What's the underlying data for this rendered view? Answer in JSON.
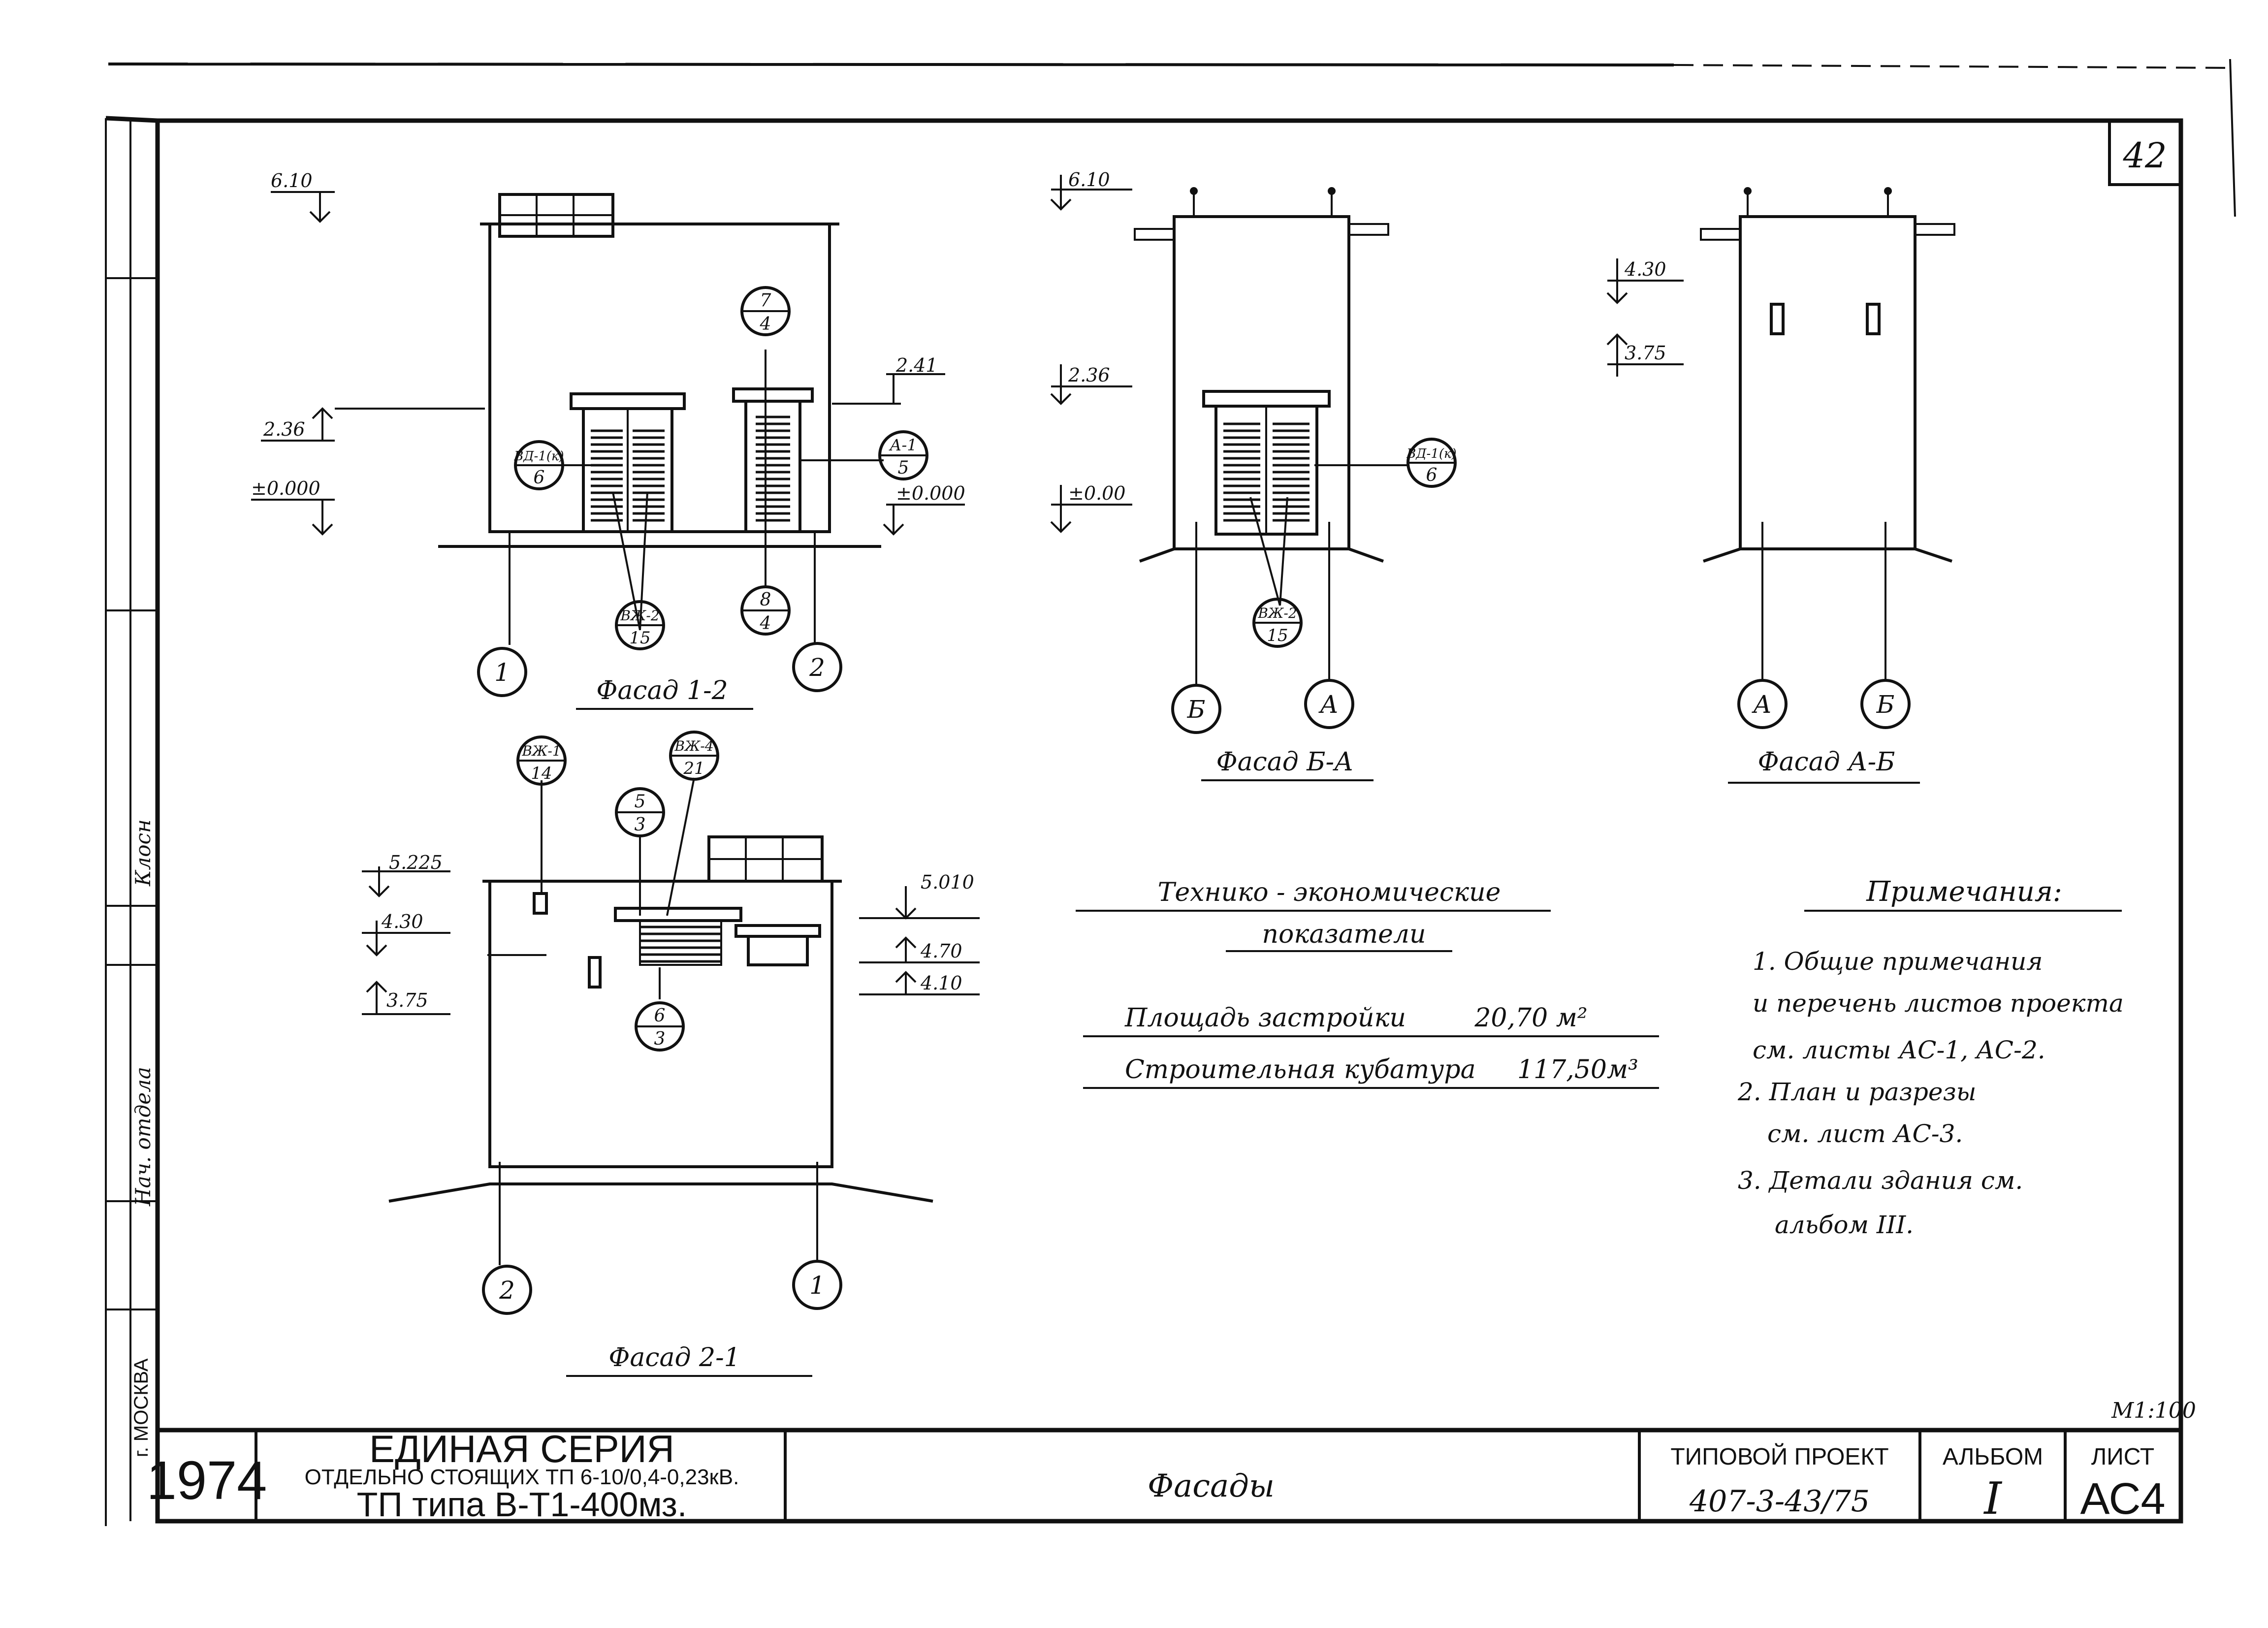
{
  "sheet": {
    "page_number": "42",
    "scale": "М1:100"
  },
  "title_block": {
    "year": "1974",
    "series_title": "ЕДИНАЯ СЕРИЯ",
    "series_sub": "ОТДЕЛЬНО СТОЯЩИХ ТП 6-10/0,4-0,23кВ.",
    "tp_type": "ТП типа В-Т1-400мз.",
    "drawing_name": "Фасады",
    "project_label": "ТИПОВОЙ ПРОЕКТ",
    "project_number": "407-3-43/75",
    "album_label": "АЛЬБОМ",
    "album_value": "I",
    "sheet_label": "ЛИСТ",
    "sheet_value": "АС4"
  },
  "side_stamp": {
    "city": "г. МОСКВА",
    "role": "Нач. отдела",
    "name": "Клосн"
  },
  "facade_1_2": {
    "title": "Фасад 1-2",
    "levels": [
      "6.10",
      "2.36",
      "±0.000",
      "2.41",
      "±0.000"
    ],
    "markers": [
      "ВД-1(к)\n6",
      "7\n4",
      "А-1\n5",
      "8\n4",
      "ВЖ-2\n15"
    ],
    "axes": [
      "1",
      "2"
    ]
  },
  "facade_b_a": {
    "title": "Фасад Б-А",
    "levels": [
      "6.10",
      "2.36",
      "±0.00"
    ],
    "markers": [
      "ВД-1(к)\n6",
      "ВЖ-2\n15"
    ],
    "axes": [
      "Б",
      "А"
    ]
  },
  "facade_a_b": {
    "title": "Фасад А-Б",
    "levels": [
      "4.30",
      "3.75"
    ],
    "axes": [
      "А",
      "Б"
    ]
  },
  "facade_2_1": {
    "title": "Фасад 2-1",
    "levels": [
      "5.225",
      "4.30",
      "3.75",
      "5.010",
      "4.70",
      "4.10"
    ],
    "markers": [
      "ВЖ-1\n14",
      "ВЖ-4\n21",
      "5\n3",
      "6\n3"
    ],
    "axes": [
      "2",
      "1"
    ]
  },
  "tech_indicators": {
    "heading_line1": "Технико - экономические",
    "heading_line2": "показатели",
    "area_label": "Площадь застройки",
    "area_value": "20,70 м²",
    "volume_label": "Строительная кубатура",
    "volume_value": "117,50м³"
  },
  "notes": {
    "heading": "Примечания:",
    "lines": [
      "1. Общие примечания",
      "и перечень листов проекта",
      "см. листы АС-1, АС-2.",
      "2. План и разрезы",
      "см. лист АС-3.",
      "3. Детали здания см.",
      "альбом III."
    ]
  }
}
